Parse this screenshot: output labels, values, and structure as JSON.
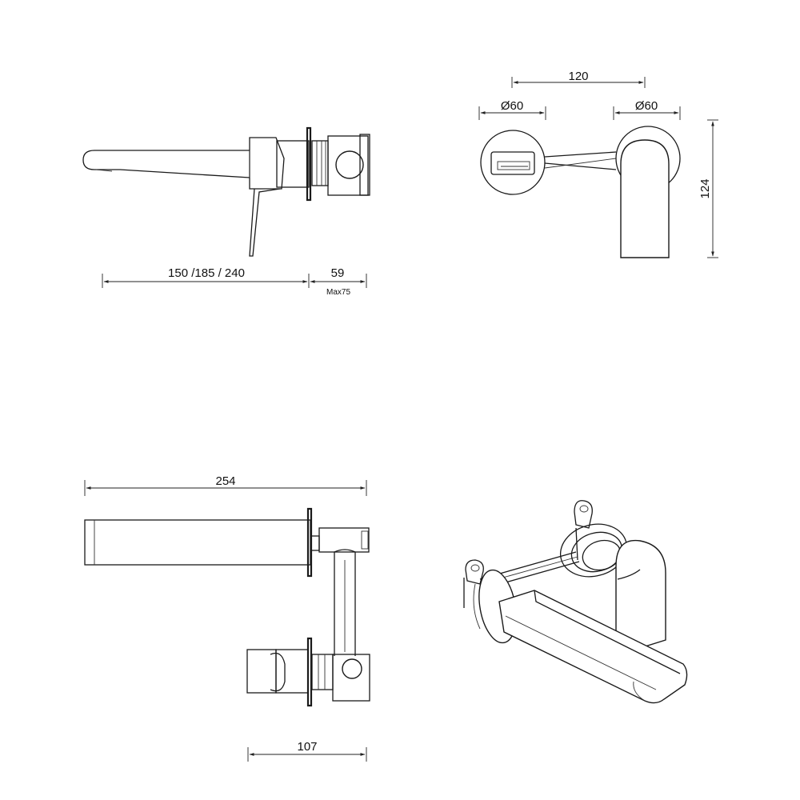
{
  "dimensions": {
    "side_reach": "150 /185 / 240",
    "side_wall": "59",
    "side_wall_max": "Max75",
    "front_spacing": "120",
    "front_left_dia": "Ø60",
    "front_right_dia": "Ø60",
    "front_height": "124",
    "top_length": "254",
    "top_depth": "107"
  }
}
